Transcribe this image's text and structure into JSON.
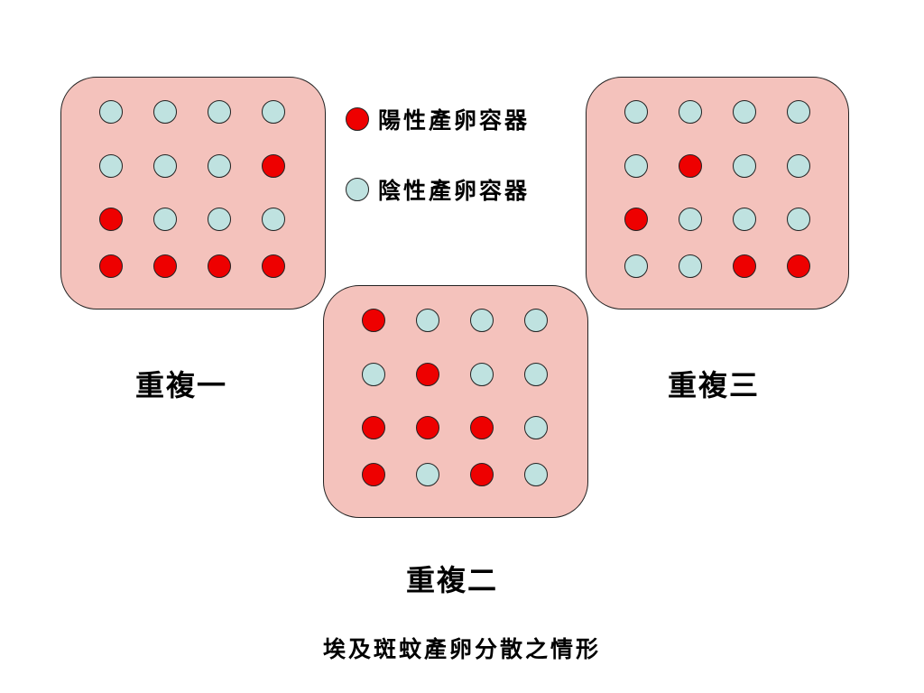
{
  "colors": {
    "positive": "#ee0000",
    "negative": "#bfe2e0",
    "panel_fill": "#f4c2bc"
  },
  "legend": {
    "positive": {
      "label": "陽性產卵容器",
      "icon": "red-circle-icon"
    },
    "negative": {
      "label": "陰性產卵容器",
      "icon": "light-blue-circle-icon"
    }
  },
  "replicates": [
    {
      "label": "重複一",
      "grid": [
        [
          0,
          0,
          0,
          0
        ],
        [
          0,
          0,
          0,
          1
        ],
        [
          1,
          0,
          0,
          0
        ],
        [
          1,
          1,
          1,
          1
        ]
      ]
    },
    {
      "label": "重複二",
      "grid": [
        [
          1,
          0,
          0,
          0
        ],
        [
          0,
          1,
          0,
          0
        ],
        [
          1,
          1,
          1,
          0
        ],
        [
          1,
          0,
          1,
          0
        ]
      ]
    },
    {
      "label": "重複三",
      "grid": [
        [
          0,
          0,
          0,
          0
        ],
        [
          0,
          1,
          0,
          0
        ],
        [
          1,
          0,
          0,
          0
        ],
        [
          0,
          0,
          1,
          1
        ]
      ]
    }
  ],
  "caption": "埃及斑蚊產卵分散之情形"
}
